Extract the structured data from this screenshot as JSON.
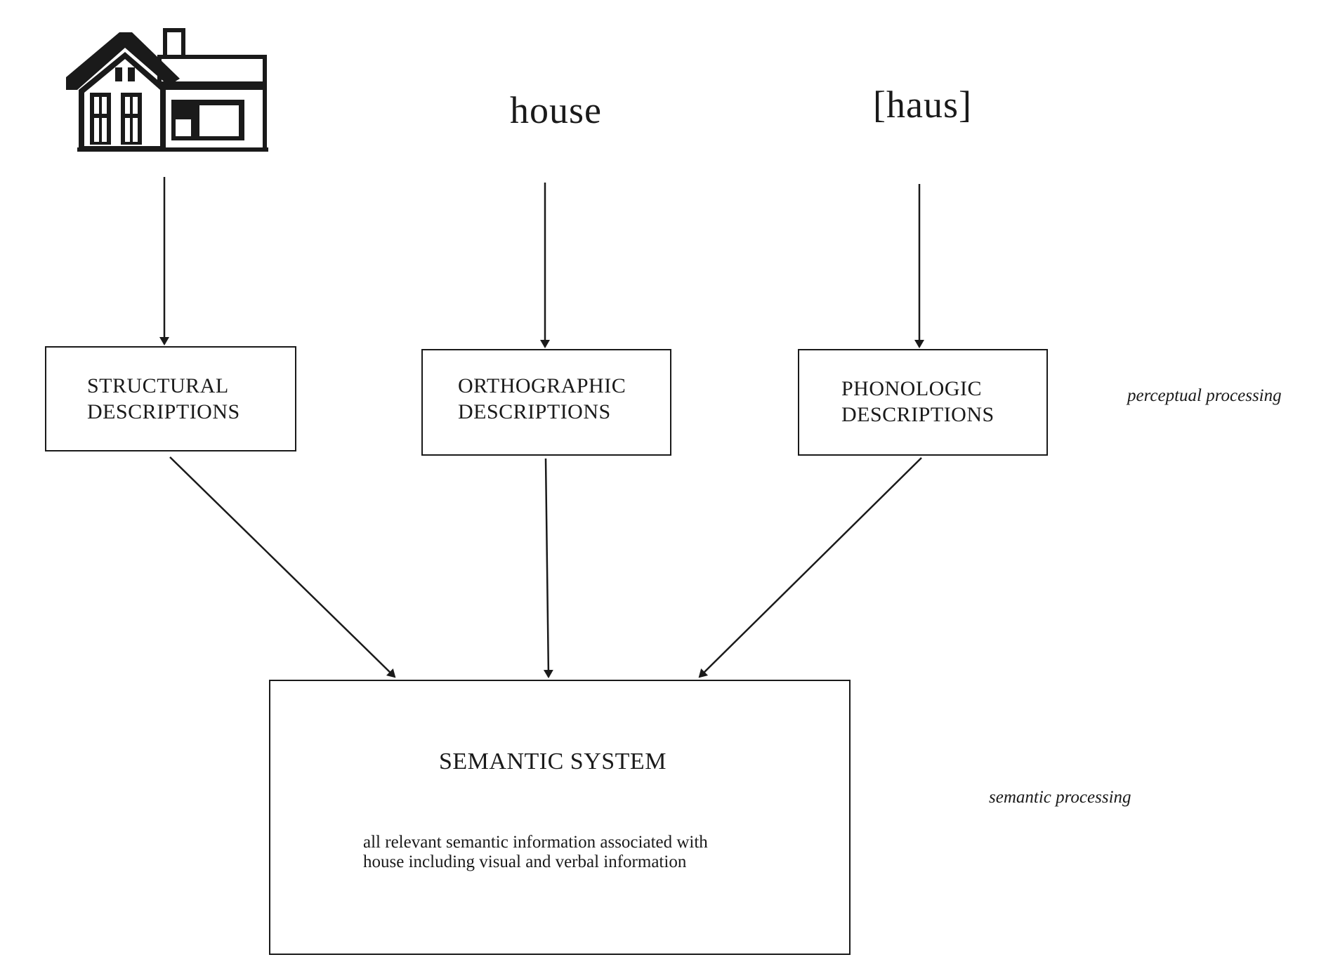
{
  "inputs": {
    "orthographic_word": "house",
    "phonologic_word": "[haus]"
  },
  "boxes": {
    "structural": {
      "line1": "STRUCTURAL",
      "line2": "DESCRIPTIONS"
    },
    "orthographic": {
      "line1": "ORTHOGRAPHIC",
      "line2": "DESCRIPTIONS"
    },
    "phonologic": {
      "line1": "PHONOLOGIC",
      "line2": "DESCRIPTIONS"
    },
    "semantic": {
      "title": "SEMANTIC SYSTEM",
      "desc_line1": "all relevant semantic information associated with",
      "desc_line2": "house including visual and verbal information"
    }
  },
  "side_labels": {
    "perceptual": "perceptual processing",
    "semantic": "semantic processing"
  },
  "icons": {
    "house": "house-icon"
  },
  "colors": {
    "ink": "#1a1a1a",
    "paper": "#ffffff"
  }
}
